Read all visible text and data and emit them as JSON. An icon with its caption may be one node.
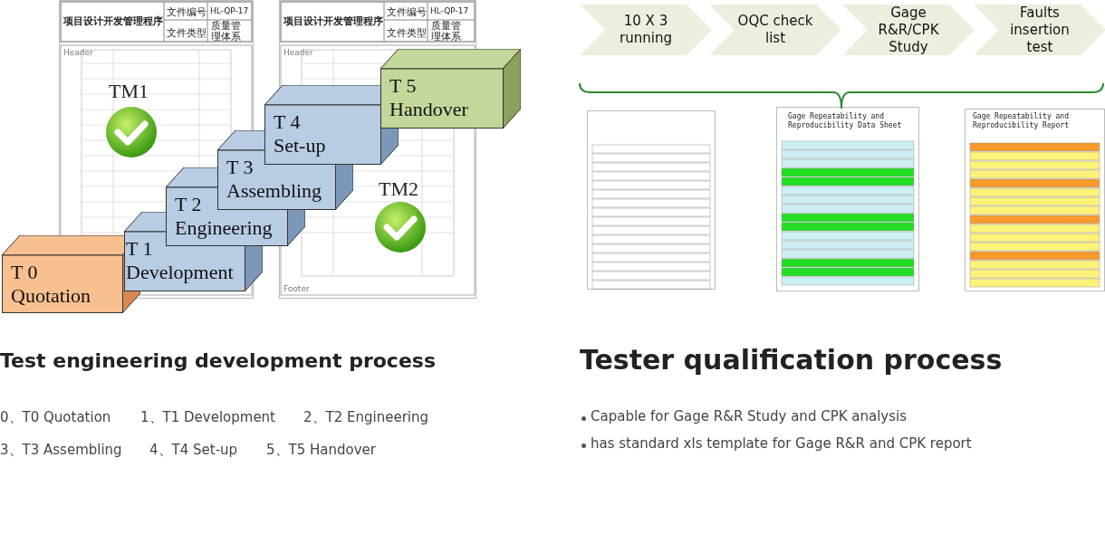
{
  "diagram": {
    "nodes": [
      {
        "text": [
          "T 0 Quotation"
        ]
      },
      {
        "text": [
          "T 1 Development"
        ]
      },
      {
        "text": [
          "T 2 Engineering"
        ]
      },
      {
        "text": [
          "T 3 Assembling"
        ]
      },
      {
        "text": [
          "T 4 Set-up"
        ]
      },
      {
        "text": [
          "T 5 Handover"
        ]
      },
      {
        "text": [
          "10 X 3 running"
        ]
      },
      {
        "text": [
          "OQC check list"
        ]
      },
      {
        "text": [
          "Gage R&R/CPK Study"
        ]
      },
      {
        "text": [
          "Faults insertion test"
        ]
      }
    ],
    "labels": [
      "文件编号",
      "HL-QP-17",
      "项目设计开发管理程序",
      "文件类型",
      "质量管理体系",
      "Header",
      "文件编号",
      "HL-QP-17",
      "项目设计开发管理程序",
      "文件类型",
      "质量管理体系",
      "Header",
      "Footer",
      "TM1",
      "TM2",
      "Gage Repeatability and Reproducibility Data Sheet",
      "Gage Repeatability and Reproducibility Report",
      "Test engineering development process",
      "Tester qualification process",
      "0、T0 Quotation",
      "1、T1 Development",
      "2、T2 Engineering",
      "3、T3 Assembling",
      "4、T4 Set-up",
      "5、T5 Handover",
      "Capable for Gage R&R Study and CPK analysis",
      "has standard xls template for Gage R&R and CPK report"
    ]
  }
}
